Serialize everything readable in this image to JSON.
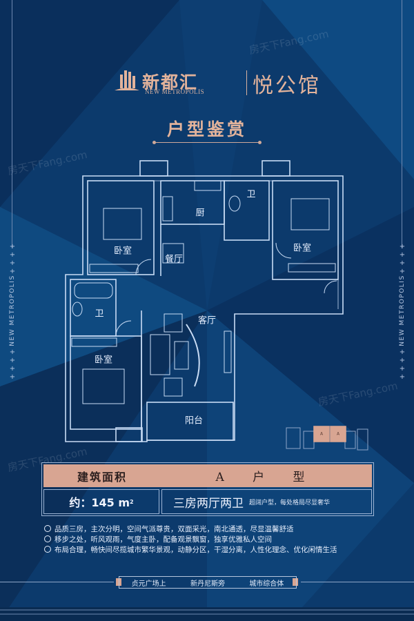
{
  "brand": {
    "name_cn": "新都汇",
    "name_en": "NEW METROPOLIS",
    "project": "悦公馆"
  },
  "section_title": "户型鉴赏",
  "side_text": "NEW METROPOLIS",
  "watermark": "房天下Fang.com",
  "floorplan": {
    "rooms": {
      "bedroom_nw": "卧室",
      "kitchen": "厨",
      "dining": "餐厅",
      "bath_n": "卫",
      "bedroom_ne": "卧室",
      "bath_w": "卫",
      "living": "客厅",
      "bedroom_sw": "卧室",
      "balcony": "阳台"
    },
    "site_plan_units": [
      "A",
      "A"
    ]
  },
  "info": {
    "area_label": "建筑面积",
    "type_label": "A  户  型",
    "area_prefix": "约：145 m",
    "area_unit_sup": "2",
    "type_value": "三房两厅两卫",
    "type_note": "超阔户型，每处格局尽显奢华"
  },
  "bullets": [
    "品质三房，主次分明，空间气派尊贵，双面采光，南北通透，尽显温馨舒适",
    "移步之处，听风观雨，气度主卧，配备观景飘窗，独享优雅私人空间",
    "布局合理，畅快间尽揽城市繁华景观，动静分区，干湿分离，人性化理念、优化闲情生活"
  ],
  "footer": [
    "贞元广场上",
    "新丹尼斯旁",
    "城市综合体"
  ],
  "colors": {
    "background": "#0c3a6c",
    "accent": "#d8a592",
    "gold_text": "#e3b39b"
  }
}
